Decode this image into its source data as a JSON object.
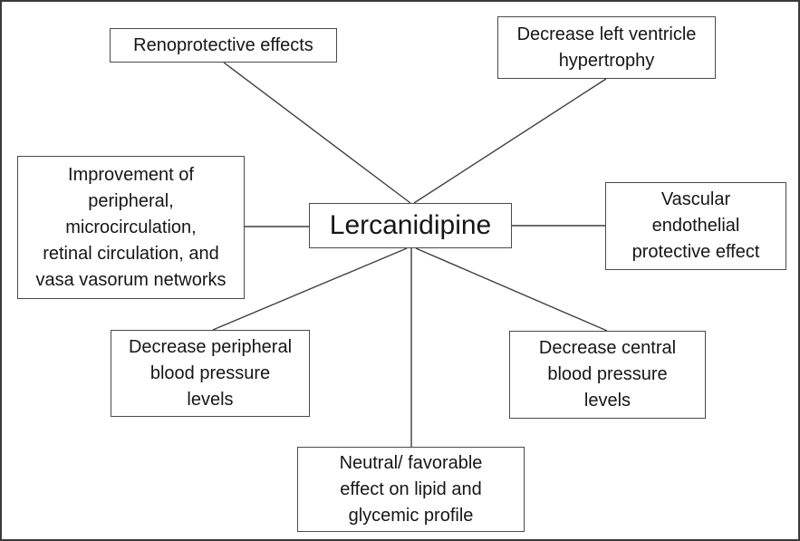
{
  "diagram": {
    "center_label": "Lercanidipine",
    "nodes": {
      "renoprotective": "Renoprotective effects",
      "left_ventricle": "Decrease left ventricle\nhypertrophy",
      "microcirculation": "Improvement of\nperipheral,\nmicrocirculation,\nretinal circulation, and\nvasa vasorum networks",
      "vascular_endothelial": "Vascular\nendothelial\nprotective effect",
      "peripheral_bp": "Decrease peripheral\nblood pressure\nlevels",
      "central_bp": "Decrease central\nblood pressure\nlevels",
      "lipid_glycemic": "Neutral/ favorable\neffect on lipid and\nglycemic profile"
    },
    "colors": {
      "background": "#ffffff",
      "box_border": "#4a4a4a",
      "connector_line": "#3f3f3f",
      "text": "#161616",
      "outer_border": "#3b3b3b"
    }
  }
}
